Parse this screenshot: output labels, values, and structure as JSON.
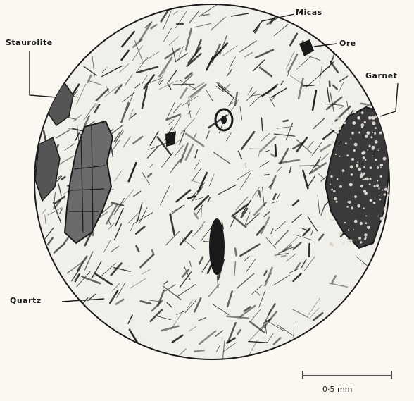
{
  "labels": {
    "micas": "Micas",
    "ore": "Ore",
    "staurolite": "Staurolite",
    "garnet": "Garnet",
    "quartz": "Quartz"
  },
  "scale_bar": {
    "text": "0·5 mm"
  },
  "colors": {
    "ink": "#1a1a1a",
    "paper": "#fbf8f2",
    "section": "#f1efe9"
  }
}
